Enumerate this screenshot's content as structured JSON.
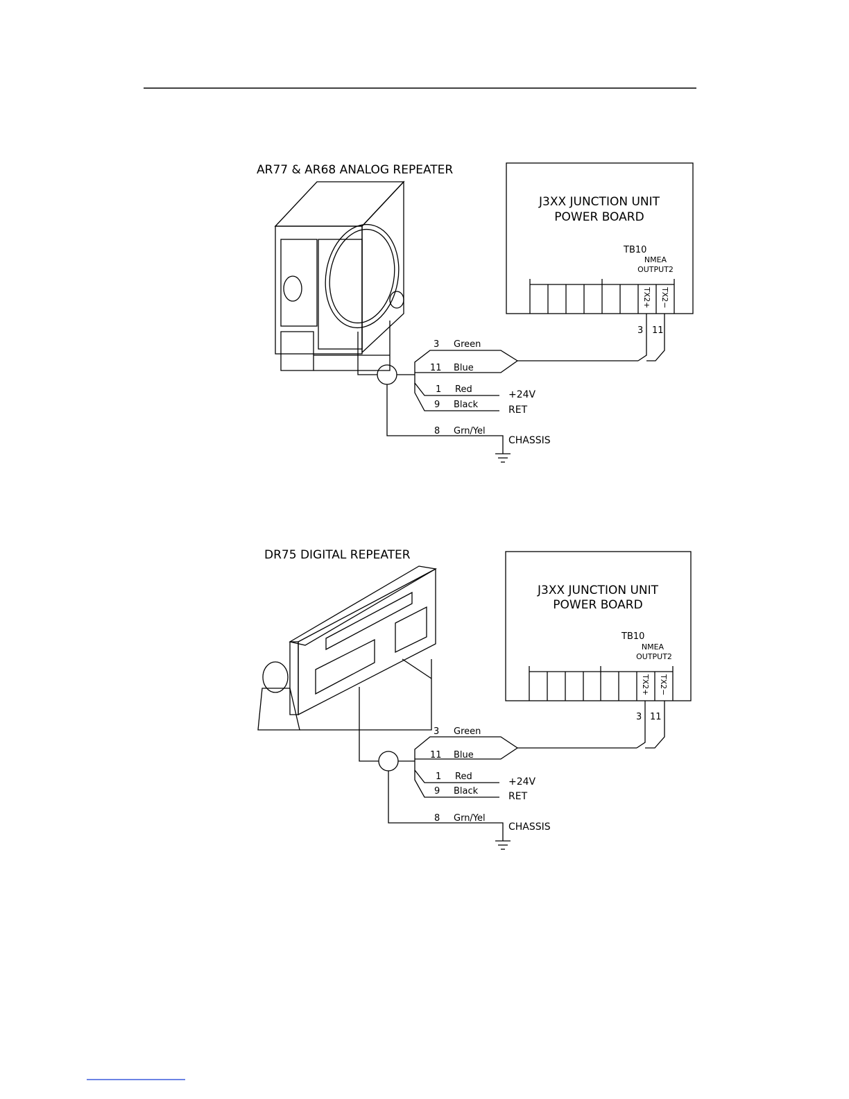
{
  "page": {
    "link_color": "#3b5bdb"
  },
  "diagrams": [
    {
      "id": "analog",
      "device_title": "AR77 & AR68 ANALOG REPEATER",
      "device_icon": "analog-repeater-icon",
      "junction_title_1": "J3XX JUNCTION UNIT",
      "junction_title_2": "POWER BOARD",
      "terminal_block": "TB10",
      "nmea_label_1": "NMEA",
      "nmea_label_2": "OUTPUT2",
      "terminal_plus": "TX2+",
      "terminal_minus": "TX2−",
      "terminal_plus_num": "3",
      "terminal_minus_num": "11",
      "wires": [
        {
          "num": "3",
          "color": "Green"
        },
        {
          "num": "11",
          "color": "Blue"
        },
        {
          "num": "1",
          "color": "Red"
        },
        {
          "num": "9",
          "color": "Black"
        },
        {
          "num": "8",
          "color": "Grn/Yel"
        }
      ],
      "power_plus": "+24V",
      "power_ret": "RET",
      "chassis": "CHASSIS"
    },
    {
      "id": "digital",
      "device_title": "DR75 DIGITAL REPEATER",
      "device_icon": "digital-repeater-icon",
      "junction_title_1": "J3XX JUNCTION UNIT",
      "junction_title_2": "POWER BOARD",
      "terminal_block": "TB10",
      "nmea_label_1": "NMEA",
      "nmea_label_2": "OUTPUT2",
      "terminal_plus": "TX2+",
      "terminal_minus": "TX2−",
      "terminal_plus_num": "3",
      "terminal_minus_num": "11",
      "wires": [
        {
          "num": "3",
          "color": "Green"
        },
        {
          "num": "11",
          "color": "Blue"
        },
        {
          "num": "1",
          "color": "Red"
        },
        {
          "num": "9",
          "color": "Black"
        },
        {
          "num": "8",
          "color": "Grn/Yel"
        }
      ],
      "power_plus": "+24V",
      "power_ret": "RET",
      "chassis": "CHASSIS"
    }
  ]
}
